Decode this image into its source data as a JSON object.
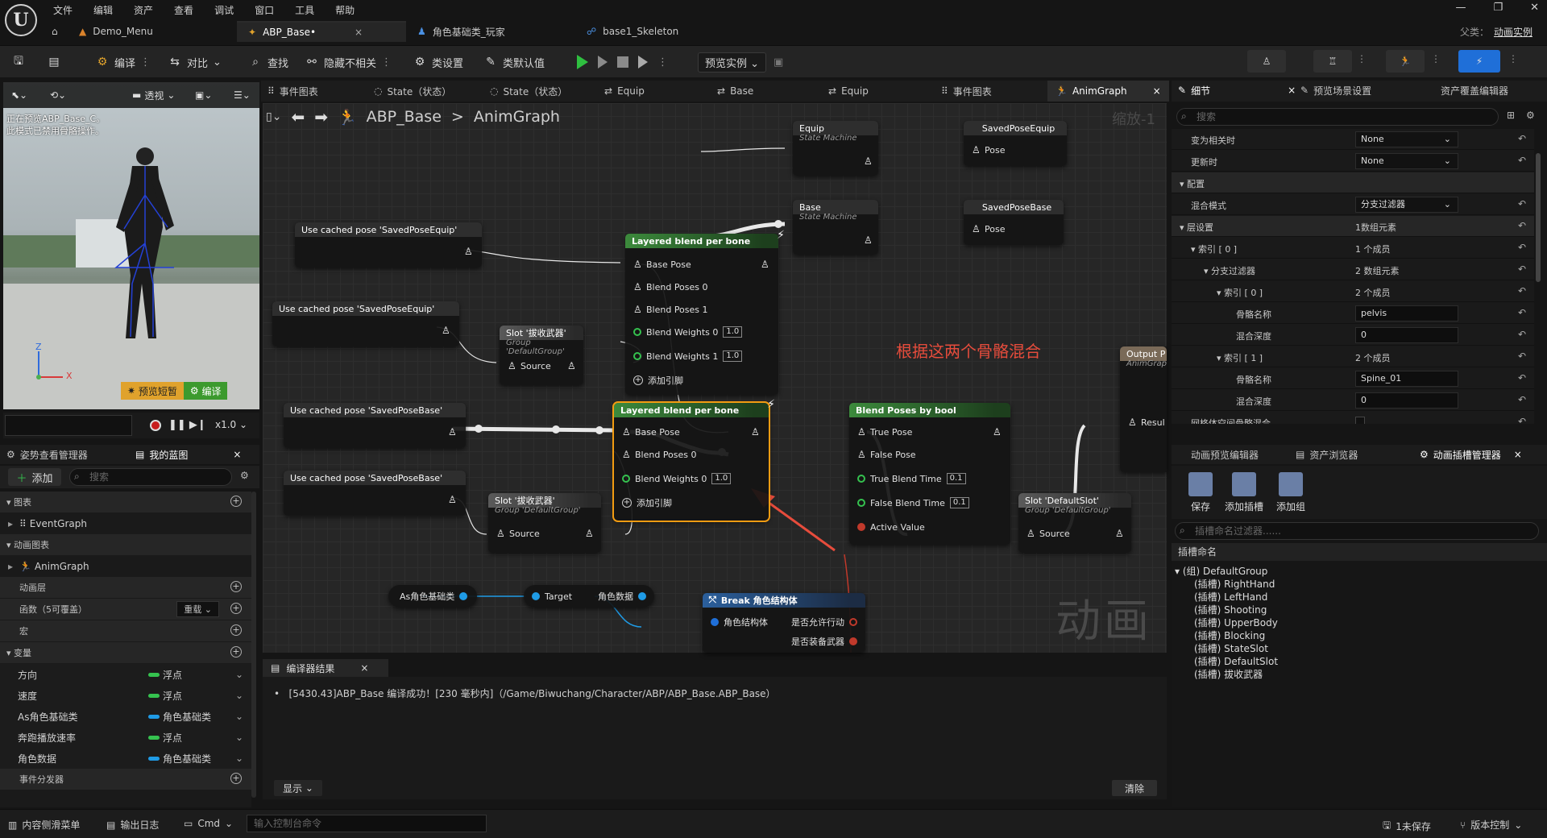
{
  "menu": [
    "文件",
    "编辑",
    "资产",
    "查看",
    "调试",
    "窗口",
    "工具",
    "帮助"
  ],
  "logo": "U",
  "window_controls": [
    "—",
    "❐",
    "✕"
  ],
  "doc_tabs": [
    {
      "label": "Demo_Menu",
      "active": false
    },
    {
      "label": "ABP_Base•",
      "active": true,
      "close": "×"
    },
    {
      "label": "角色基础类_玩家",
      "active": false
    },
    {
      "label": "base1_Skeleton",
      "active": false
    }
  ],
  "parent": {
    "label": "父类：",
    "value": "动画实例"
  },
  "toolbar": {
    "compile": "编译",
    "diff": "对比",
    "find": "查找",
    "hide": "隐藏不相关",
    "class_settings": "类设置",
    "class_defaults": "类默认值",
    "preview": "预览实例"
  },
  "viewport": {
    "perspective": "透视",
    "msg1": "正在预览ABP_Base_C。",
    "msg2": "此模式已禁用骨骼操作。",
    "preview_btn": "预览短暂",
    "compile_btn": "编译",
    "speed": "x1.0",
    "axis_z": "Z",
    "axis_x": "X"
  },
  "my_blueprint": {
    "tab1": "姿势查看管理器",
    "tab2": "我的蓝图",
    "add": "添加",
    "search": "搜索",
    "sections": {
      "graphs": "图表",
      "anim_graphs": "动画图表",
      "anim_layers": "动画层",
      "functions": "函数（5可覆盖）",
      "functions_override": "重载",
      "macros": "宏",
      "variables": "变量",
      "dispatchers": "事件分发器"
    },
    "event_graph": "EventGraph",
    "anim_graph": "AnimGraph",
    "variables": [
      {
        "name": "方向",
        "type": "浮点",
        "color": "#35c24f"
      },
      {
        "name": "速度",
        "type": "浮点",
        "color": "#35c24f"
      },
      {
        "name": "As角色基础类",
        "type": "角色基础类",
        "color": "#1f9be6"
      },
      {
        "name": "奔跑播放速率",
        "type": "浮点",
        "color": "#35c24f"
      },
      {
        "name": "角色数据",
        "type": "角色基础类",
        "color": "#1f9be6"
      }
    ]
  },
  "graph_tabs": [
    "事件图表",
    "State（状态）",
    "State（状态）",
    "Equip",
    "Base",
    "Equip",
    "事件图表",
    "AnimGraph"
  ],
  "breadcrumb": {
    "bp": "ABP_Base",
    "graph": "AnimGraph",
    "sep": ">"
  },
  "zoom": "缩放-1",
  "watermark": "动画",
  "nodes": {
    "equip_sm": {
      "title": "Equip",
      "sub": "State Machine"
    },
    "base_sm": {
      "title": "Base",
      "sub": "State Machine"
    },
    "saved_equip": {
      "title": "SavedPoseEquip",
      "pin": "Pose"
    },
    "saved_base": {
      "title": "SavedPoseBase",
      "pin": "Pose"
    },
    "cache1": "Use cached pose 'SavedPoseEquip'",
    "cache2": "Use cached pose 'SavedPoseEquip'",
    "cache3": "Use cached pose 'SavedPoseBase'",
    "cache4": "Use cached pose 'SavedPoseBase'",
    "lb1": {
      "title": "Layered blend per bone",
      "p1": "Base Pose",
      "p2": "Blend Poses 0",
      "p3": "Blend Poses 1",
      "p4": "Blend Weights 0",
      "v4": "1.0",
      "p5": "Blend Weights 1",
      "v5": "1.0",
      "add": "添加引脚"
    },
    "lb2": {
      "title": "Layered blend per bone",
      "p1": "Base Pose",
      "p2": "Blend Poses 0",
      "p3": "Blend Weights 0",
      "v3": "1.0",
      "add": "添加引脚"
    },
    "slot1": {
      "title": "Slot '拔收武器'",
      "sub": "Group 'DefaultGroup'",
      "pin": "Source"
    },
    "slot2": {
      "title": "Slot '拔收武器'",
      "sub": "Group 'DefaultGroup'",
      "pin": "Source"
    },
    "bool": {
      "title": "Blend Poses by bool",
      "p1": "True Pose",
      "p2": "False Pose",
      "p3": "True Blend Time",
      "v3": "0.1",
      "p4": "False Blend Time",
      "v4": "0.1",
      "p5": "Active Value"
    },
    "slot3": {
      "title": "Slot 'DefaultSlot'",
      "sub": "Group 'DefaultGroup'",
      "pin": "Source"
    },
    "output": {
      "title": "Output P",
      "sub": "AnimGrap",
      "pin": "Resul"
    },
    "as_base": "As角色基础类",
    "target": {
      "in": "Target",
      "out": "角色数据"
    },
    "break": {
      "title": "Break 角色结构体",
      "in": "角色结构体",
      "o1": "是否允许行动",
      "o2": "是否装备武器"
    }
  },
  "annotation": "根据这两个骨骼混合",
  "compiler": {
    "tab": "编译器结果",
    "line": "[5430.43]ABP_Base 编译成功！[230 毫秒内]（/Game/Biwuchang/Character/ABP/ABP_Base.ABP_Base）",
    "show": "显示",
    "clear": "清除"
  },
  "details": {
    "tab1": "细节",
    "tab2": "预览场景设置",
    "tab3": "资产覆盖编辑器",
    "search": "搜索",
    "rows": [
      {
        "label": "变为相关时",
        "value": "None",
        "kind": "dd",
        "indent": 20
      },
      {
        "label": "更新时",
        "value": "None",
        "kind": "dd",
        "indent": 20
      },
      {
        "label": "配置",
        "kind": "sec",
        "indent": 6
      },
      {
        "label": "混合模式",
        "value": "分支过滤器",
        "kind": "dd",
        "indent": 20
      },
      {
        "label": "层设置",
        "value": "1数组元素",
        "kind": "secv",
        "indent": 6
      },
      {
        "label": "索引 [ 0 ]",
        "value": "1 个成员",
        "kind": "txt",
        "indent": 20
      },
      {
        "label": "分支过滤器",
        "value": "2 数组元素",
        "kind": "txt",
        "indent": 36
      },
      {
        "label": "索引 [ 0 ]",
        "value": "2 个成员",
        "kind": "txt",
        "indent": 52
      },
      {
        "label": "骨骼名称",
        "value": "pelvis",
        "kind": "fld",
        "indent": 76
      },
      {
        "label": "混合深度",
        "value": "0",
        "kind": "fld",
        "indent": 76
      },
      {
        "label": "索引 [ 1 ]",
        "value": "2 个成员",
        "kind": "txt",
        "indent": 52
      },
      {
        "label": "骨骼名称",
        "value": "Spine_01",
        "kind": "fld",
        "indent": 76
      },
      {
        "label": "混合深度",
        "value": "0",
        "kind": "fld",
        "indent": 76
      },
      {
        "label": "网格体空间骨骼混合",
        "kind": "chk",
        "indent": 20
      }
    ]
  },
  "slot_manager": {
    "tab1": "动画预览编辑器",
    "tab2": "资产浏览器",
    "tab3": "动画插槽管理器",
    "save": "保存",
    "add_slot": "添加插槽",
    "add_group": "添加组",
    "filter": "插槽命名过滤器......",
    "header": "插槽命名",
    "group": "(组) DefaultGroup",
    "slots": [
      "(插槽) RightHand",
      "(插槽) LeftHand",
      "(插槽) Shooting",
      "(插槽) UpperBody",
      "(插槽) Blocking",
      "(插槽) StateSlot",
      "(插槽) DefaultSlot",
      "(插槽) 拔收武器"
    ]
  },
  "status": {
    "drawer": "内容侧滑菜单",
    "log": "输出日志",
    "cmd": "Cmd",
    "cmd_ph": "输入控制台命令",
    "unsaved": "1未保存",
    "vcs": "版本控制"
  }
}
